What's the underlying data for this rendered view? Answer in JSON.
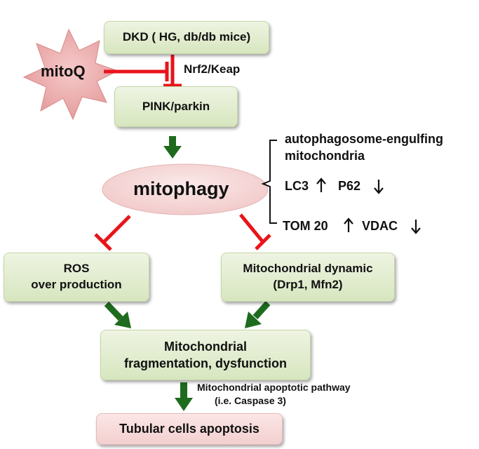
{
  "nodes": {
    "dkd": "DKD ( HG, db/db mice)",
    "mitoq": "mitoQ",
    "nrf2": "Nrf2/Keap",
    "pink": "PINK/parkin",
    "mitophagy": "mitophagy",
    "ros_line1": "ROS",
    "ros_line2": "over production",
    "dyn_line1": "Mitochondrial dynamic",
    "dyn_line2": "(Drp1, Mfn2)",
    "frag_line1": "Mitochondrial",
    "frag_line2": "fragmentation, dysfunction",
    "apoptosis": "Tubular cells apoptosis"
  },
  "markers": {
    "autophago_line1": "autophagosome-engulfing",
    "autophago_line2": "mitochondria",
    "lc3": "LC3",
    "p62": "P62",
    "tom20": "TOM 20",
    "vdac": "VDAC"
  },
  "pathway": {
    "line1": "Mitochondrial apoptotic pathway",
    "line2": "(i.e. Caspase 3)"
  },
  "colors": {
    "box_green": "#d7e6bf",
    "box_pink": "#f3cfcf",
    "arrow_green": "#1e6b1e",
    "inhibit_red": "#e8141a",
    "star_fill": "#e8a0a0"
  }
}
